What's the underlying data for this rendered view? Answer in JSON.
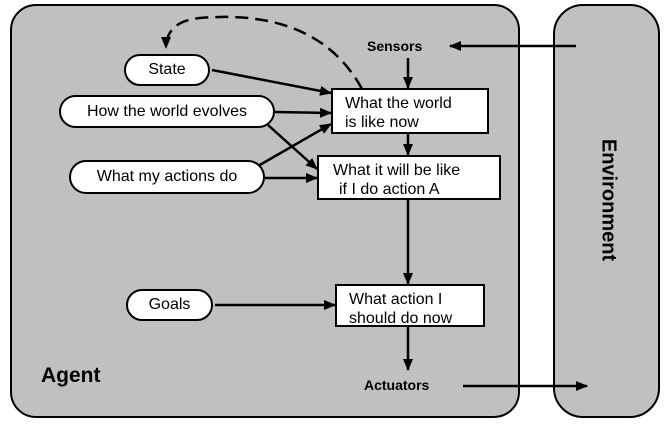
{
  "diagram": {
    "agent_label": "Agent",
    "environment_label": "Environment",
    "sensors_label": "Sensors",
    "actuators_label": "Actuators",
    "ovals": {
      "state": "State",
      "world_evolves": "How the world evolves",
      "my_actions": "What my actions do",
      "goals": "Goals"
    },
    "boxes": {
      "world_now": [
        "What the world",
        "is like now"
      ],
      "action_a": [
        "What it will be like",
        "if I do action A"
      ],
      "what_action": [
        "What action I",
        "should do now"
      ]
    }
  }
}
